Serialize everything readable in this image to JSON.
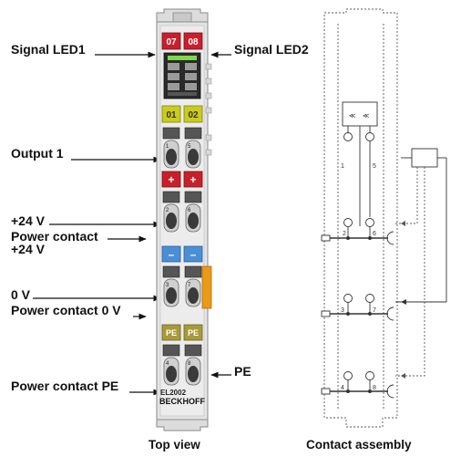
{
  "labels": {
    "signal_led1": "Signal LED1",
    "signal_led2": "Signal LED2",
    "output1": "Output 1",
    "plus24v": "+24 V",
    "power_contact_24v_line1": "Power contact",
    "power_contact_24v_line2": "+24 V",
    "zero_v": "0 V",
    "power_contact_0v": "Power contact 0 V",
    "pe": "PE",
    "power_contact_pe": "Power contact PE"
  },
  "captions": {
    "top_view": "Top view",
    "contact_assembly": "Contact assembly"
  },
  "terminal": {
    "led_07": "07",
    "led_08": "08",
    "led_01": "01",
    "led_02": "02",
    "plus": "+",
    "minus": "–",
    "pe_left": "PE",
    "pe_right": "PE",
    "model": "EL2002",
    "brand": "BECKHOFF",
    "contact_numbers": [
      "1",
      "5",
      "2",
      "6",
      "3",
      "7",
      "4",
      "8"
    ]
  },
  "schematic": {
    "contact_numbers": [
      "1",
      "5",
      "2",
      "6",
      "3",
      "7",
      "4",
      "8"
    ]
  },
  "colors": {
    "red_led": "#c8202a",
    "yellow_led": "#c9cc1c",
    "blue": "#4a8fd6",
    "pe_olive": "#a89a3a",
    "orange": "#e89a18",
    "green_led": "#7ed94a",
    "housing": "#e2e2e2"
  }
}
